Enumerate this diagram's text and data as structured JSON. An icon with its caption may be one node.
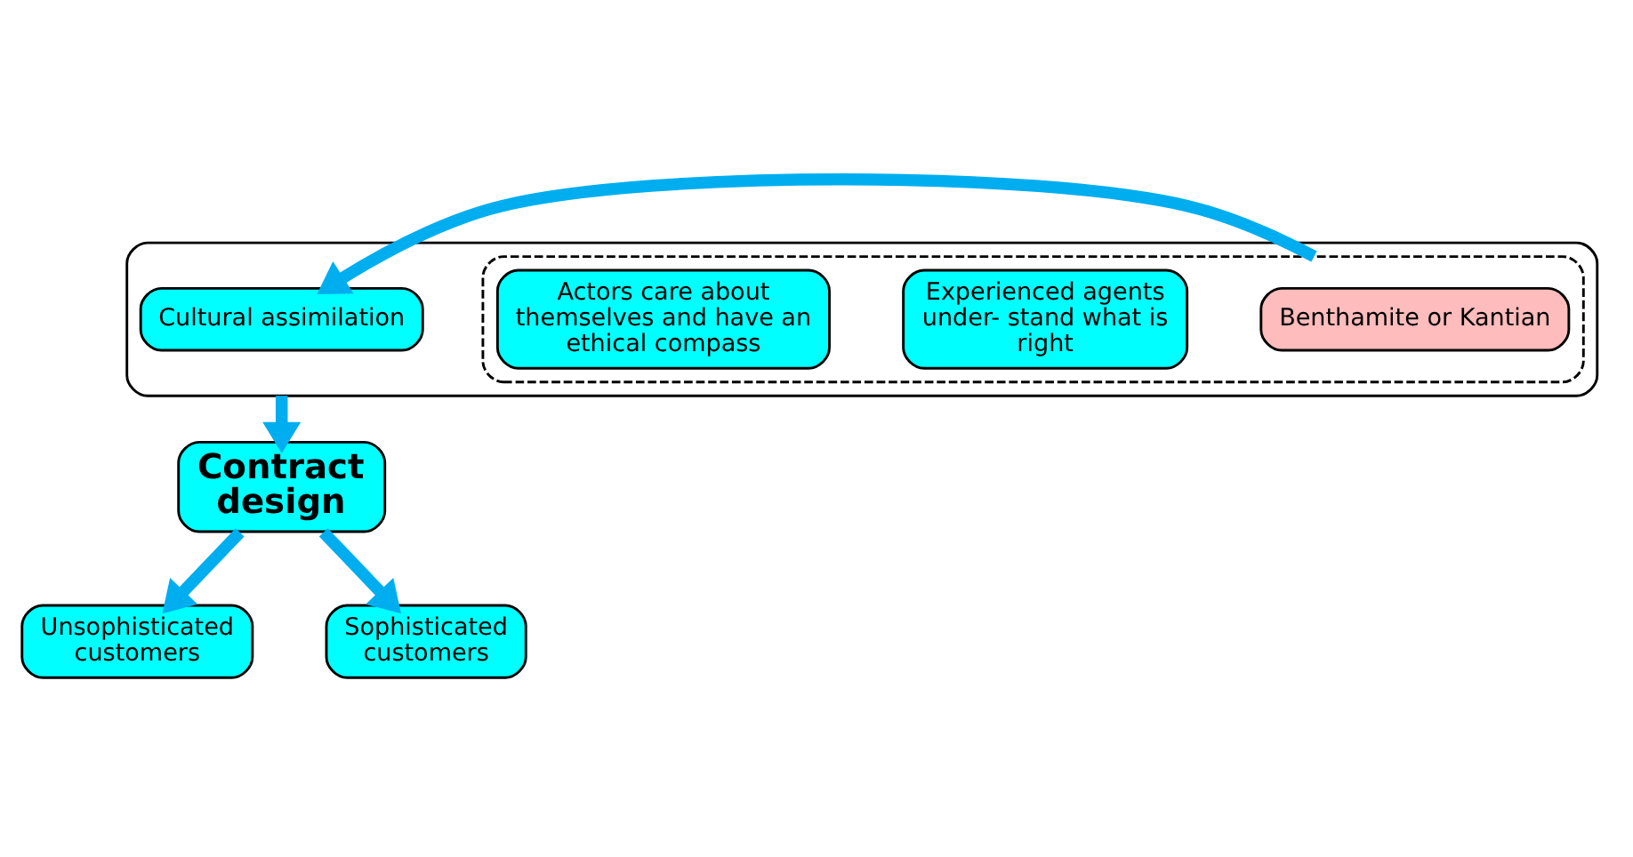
{
  "diagram": {
    "nodes": [
      {
        "text": [],
        "shape": "box"
      },
      {
        "text": [],
        "shape": "box",
        "in": 0
      },
      {
        "text": [
          "Actors care about themselves and have an ethical compass"
        ],
        "in": 1
      },
      {
        "text": [
          "Experienced agents under- stand what is right"
        ],
        "in": 1
      },
      {
        "text": [
          "Benthamite or Kantian"
        ],
        "in": 1
      },
      {
        "text": [
          "Cultural assimilation"
        ],
        "in": 0
      },
      {
        "text": [
          "Contract design"
        ]
      },
      {
        "text": [
          "Sophisticated customers"
        ]
      },
      {
        "text": [
          "Unsophisticated customers"
        ]
      }
    ],
    "edges": [
      {
        "from": 1,
        "to": 5,
        "arrow": "to"
      },
      {
        "from": 0,
        "to": 6,
        "arrow": "to"
      },
      {
        "from": 6,
        "to": 7,
        "arrow": "to"
      },
      {
        "from": 6,
        "to": 8,
        "arrow": "to"
      }
    ]
  }
}
